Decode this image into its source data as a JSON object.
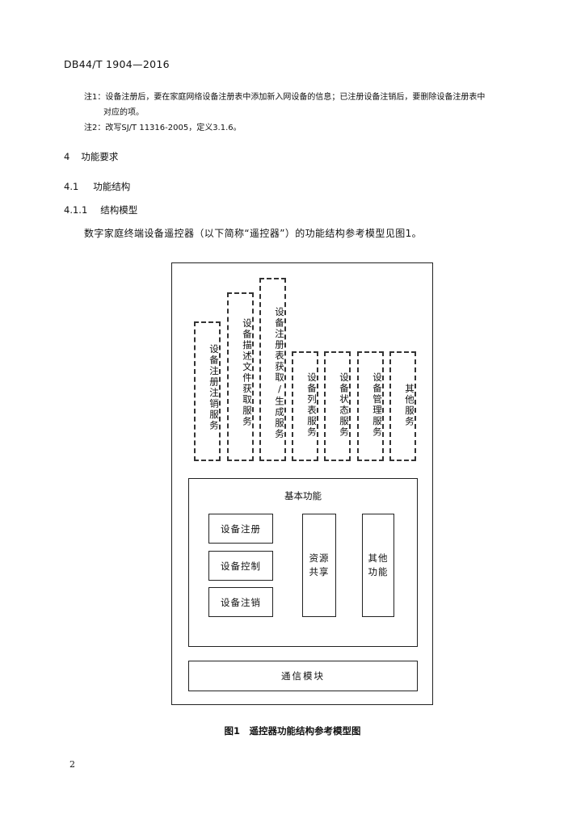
{
  "header": {
    "standard_code": "DB44/T 1904—2016"
  },
  "notes": [
    {
      "label": "注1：",
      "text": "设备注册后，要在家庭网络设备注册表中添加新入网设备的信息；已注册设备注销后，要删除设备注册表中",
      "continuation": "对应的项。"
    },
    {
      "label": "注2：",
      "text": "改写SJ/T 11316-2005，定义3.1.6。"
    }
  ],
  "sections": {
    "s4": {
      "number": "4",
      "title": "功能要求"
    },
    "s41": {
      "number": "4.1",
      "title": "功能结构"
    },
    "s411": {
      "number": "4.1.1",
      "title": "结构模型"
    }
  },
  "paragraph": "数字家庭终端设备遥控器（以下简称“遥控器”）的功能结构参考模型见图1。",
  "figure": {
    "services": [
      "设备注册注销服务",
      "设备描述文件获取服务",
      "设备注册表获取/生成服务",
      "设备列表服务",
      "设备状态服务",
      "设备管理服务",
      "其他服务"
    ],
    "basic_function": {
      "title": "基本功能",
      "items": [
        "设备注册",
        "设备控制",
        "设备注销"
      ],
      "resource_sharing": [
        "资源",
        "共享"
      ],
      "other_function": [
        "其他",
        "功能"
      ]
    },
    "comm_module": "通信模块",
    "caption": "图1　遥控器功能结构参考模型图"
  },
  "page_number": "2"
}
